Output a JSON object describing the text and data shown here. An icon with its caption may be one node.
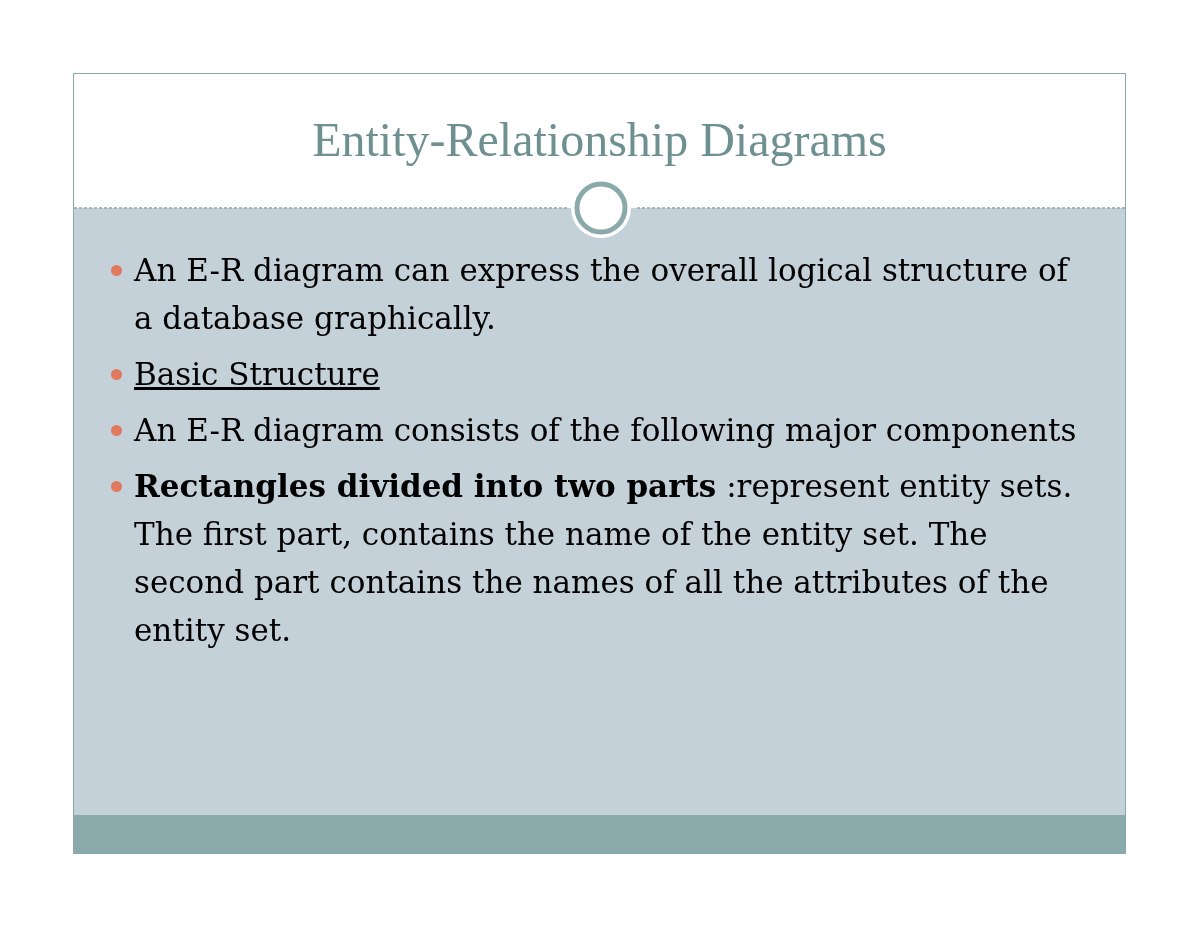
{
  "diagram": {
    "title": "Entity-Relationship Diagrams",
    "labels": [
      "An E-R diagram can express the overall logical structure of a database graphically.",
      "Basic Structure",
      "An E-R diagram consists of the following major components",
      "**Rectangles divided into two parts** :represent entity sets. The first part, contains the name of the entity set. The second part contains the names of all the attributes of the entity set."
    ]
  }
}
